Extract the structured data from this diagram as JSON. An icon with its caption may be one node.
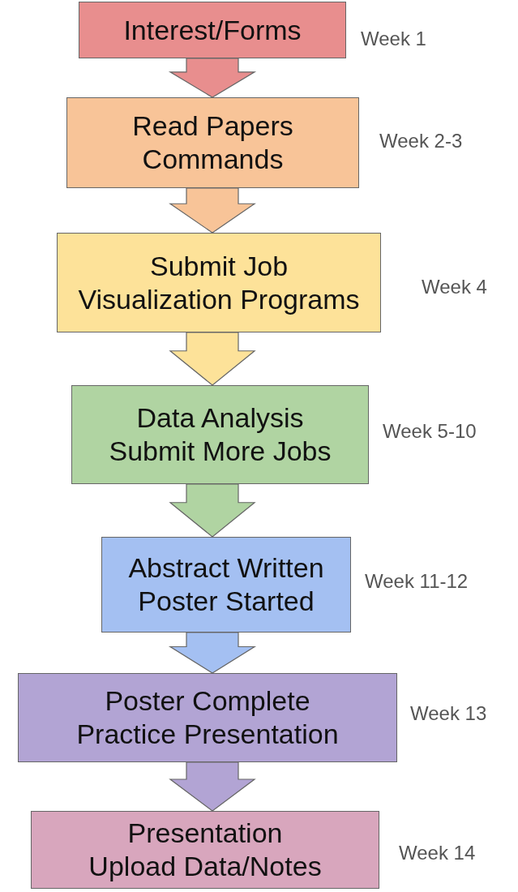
{
  "diagram": {
    "nodes": [
      {
        "text": [
          "Interest/Forms"
        ],
        "beside": [
          "Week 1"
        ]
      },
      {
        "text": [
          "Read Papers",
          "Commands"
        ],
        "beside": [
          "Week 2-3"
        ]
      },
      {
        "text": [
          "Submit Job",
          "Visualization Programs"
        ],
        "beside": [
          "Week 4"
        ]
      },
      {
        "text": [
          "Data Analysis",
          "Submit More Jobs"
        ],
        "beside": [
          "Week 5-10"
        ]
      },
      {
        "text": [
          "Abstract Written",
          "Poster Started"
        ],
        "beside": [
          "Week 11-12"
        ]
      },
      {
        "text": [
          "Poster Complete",
          "Practice Presentation"
        ],
        "beside": [
          "Week 13"
        ]
      },
      {
        "text": [
          "Presentation",
          "Upload Data/Notes"
        ],
        "beside": [
          "Week 14"
        ]
      }
    ],
    "edges": [
      {
        "from": 0,
        "to": 1,
        "arrow": "to",
        "color": "#e88e8e"
      },
      {
        "from": 1,
        "to": 2,
        "arrow": "to",
        "color": "#f8c498"
      },
      {
        "from": 2,
        "to": 3,
        "arrow": "to",
        "color": "#fde299"
      },
      {
        "from": 3,
        "to": 4,
        "arrow": "to",
        "color": "#b0d4a2"
      },
      {
        "from": 4,
        "to": 5,
        "arrow": "to",
        "color": "#a4c0f2"
      },
      {
        "from": 5,
        "to": 6,
        "arrow": "to",
        "color": "#b2a4d4"
      }
    ]
  }
}
